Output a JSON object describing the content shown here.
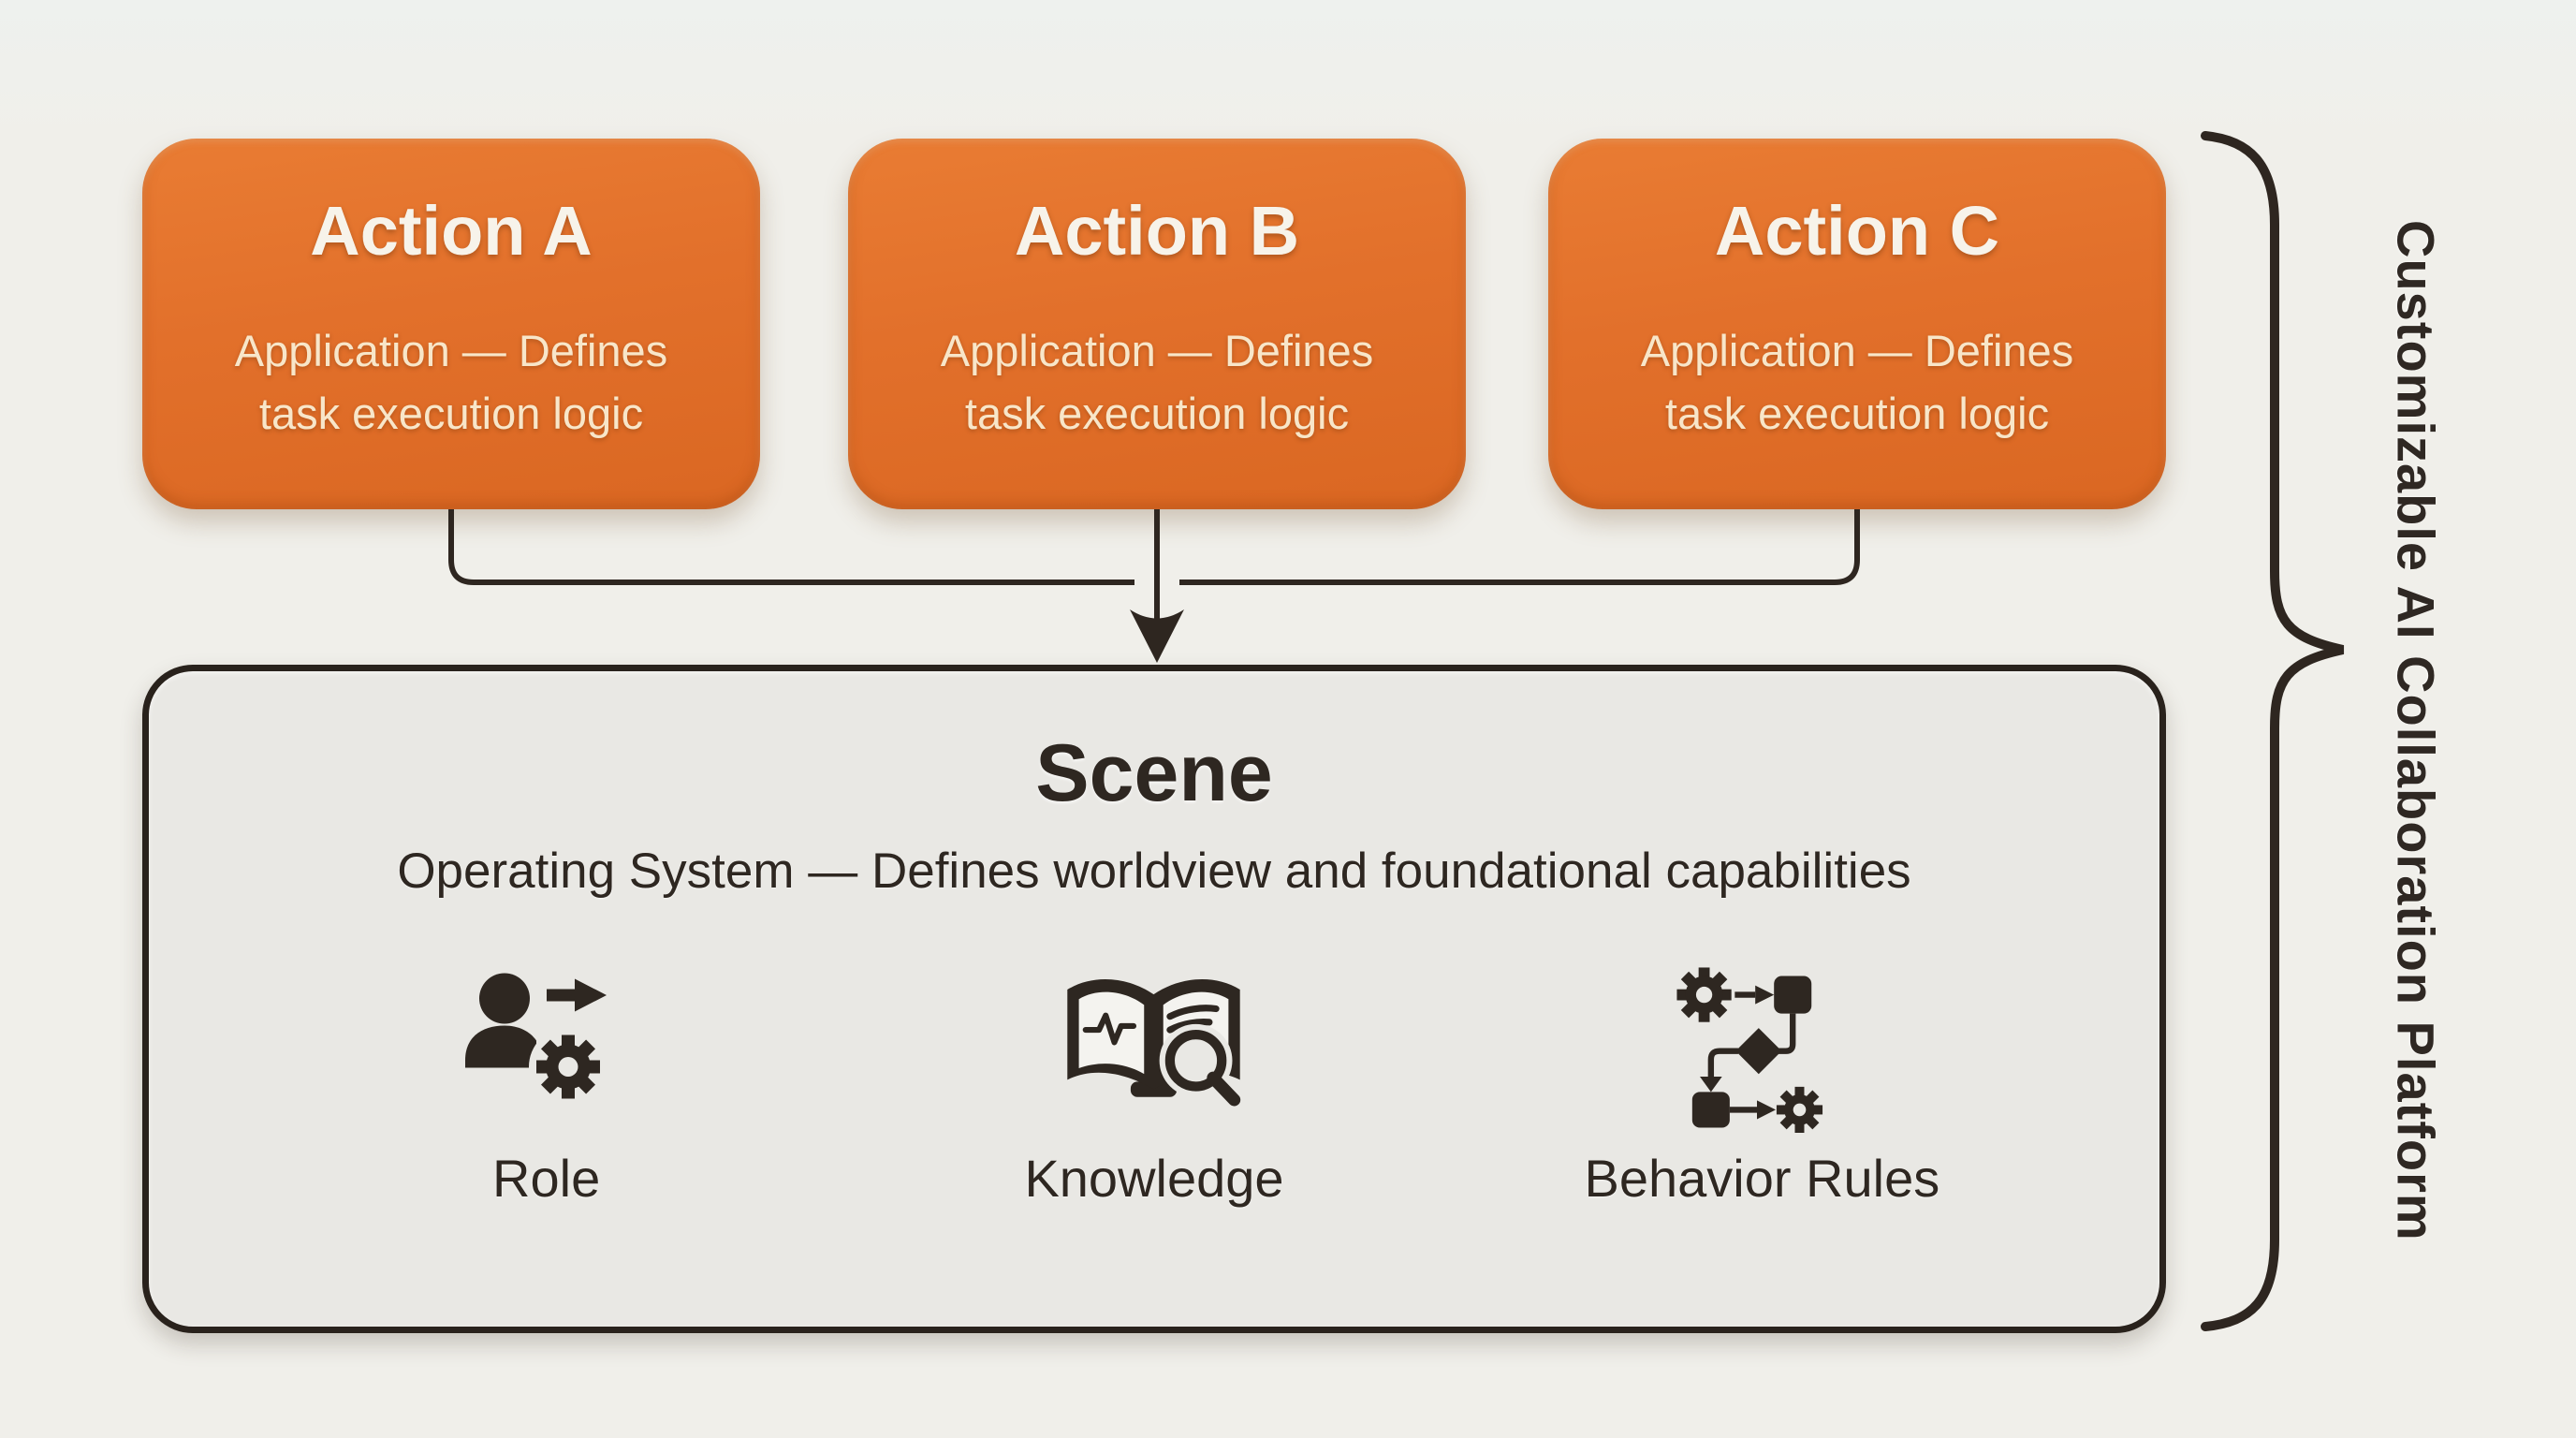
{
  "palette": {
    "background": "#F0EFEA",
    "accent_orange": "#E2702B",
    "dark_line": "#2E2721",
    "scene_fill": "#E9E8E4",
    "box_title_text": "#F7F3EA",
    "box_subtitle_text": "#F8E6C9"
  },
  "action_boxes": [
    {
      "title": "Action A",
      "subtitle": "Application — Defines task execution logic"
    },
    {
      "title": "Action B",
      "subtitle": "Application — Defines task execution logic"
    },
    {
      "title": "Action C",
      "subtitle": "Application — Defines task execution logic"
    }
  ],
  "scene": {
    "title": "Scene",
    "subtitle": "Operating System — Defines worldview and foundational capabilities",
    "features": [
      {
        "label": "Role",
        "icon": "person-arrow-gear-icon"
      },
      {
        "label": "Knowledge",
        "icon": "book-pulse-magnifier-icon"
      },
      {
        "label": "Behavior Rules",
        "icon": "flowchart-gears-icon"
      }
    ]
  },
  "brace_label": "Customizable AI Collaboration Platform"
}
